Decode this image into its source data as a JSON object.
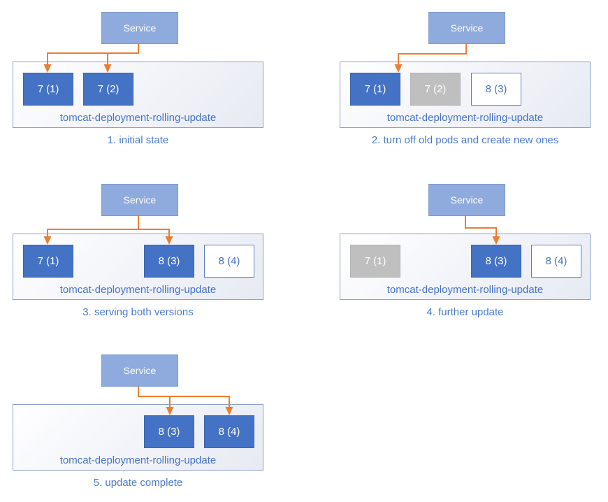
{
  "colors": {
    "service-fill": "#8faadc",
    "service-border": "#7d99cf",
    "pod-active-fill": "#4472c4",
    "pod-active-border": "#3a64ae",
    "pod-inactive-fill": "#bfbfbf",
    "pod-inactive-border": "#b3b3b3",
    "pod-pending-fill": "#ffffff",
    "pod-pending-border": "#5b7ec0",
    "pod-pending-text": "#4472c4",
    "pod-text": "#ffffff",
    "container-border": "#8ca0c6",
    "label-text": "#4472c4",
    "caption-text": "#4a7ac9",
    "arrow": "#ed7d31"
  },
  "service_label": "Service",
  "deployment_label": "tomcat-deployment-rolling-update",
  "panels": [
    {
      "caption": "1. initial state",
      "pods": [
        {
          "label": "7 (1)",
          "state": "active",
          "slot": 0
        },
        {
          "label": "7 (2)",
          "state": "active",
          "slot": 1
        }
      ]
    },
    {
      "caption": "2. turn off old pods and create new ones",
      "pods": [
        {
          "label": "7 (1)",
          "state": "active",
          "slot": 0
        },
        {
          "label": "7 (2)",
          "state": "inactive",
          "slot": 1
        },
        {
          "label": "8 (3)",
          "state": "pending",
          "slot": 2
        }
      ]
    },
    {
      "caption": "3. serving both versions",
      "pods": [
        {
          "label": "7 (1)",
          "state": "active",
          "slot": 0
        },
        {
          "label": "8 (3)",
          "state": "active",
          "slot": 2
        },
        {
          "label": "8 (4)",
          "state": "pending",
          "slot": 3
        }
      ]
    },
    {
      "caption": "4. further update",
      "pods": [
        {
          "label": "7 (1)",
          "state": "inactive",
          "slot": 0
        },
        {
          "label": "8 (3)",
          "state": "active",
          "slot": 2
        },
        {
          "label": "8 (4)",
          "state": "pending",
          "slot": 3
        }
      ]
    },
    {
      "caption": "5. update complete",
      "pods": [
        {
          "label": "8 (3)",
          "state": "active",
          "slot": 2
        },
        {
          "label": "8 (4)",
          "state": "active",
          "slot": 3
        }
      ]
    }
  ]
}
